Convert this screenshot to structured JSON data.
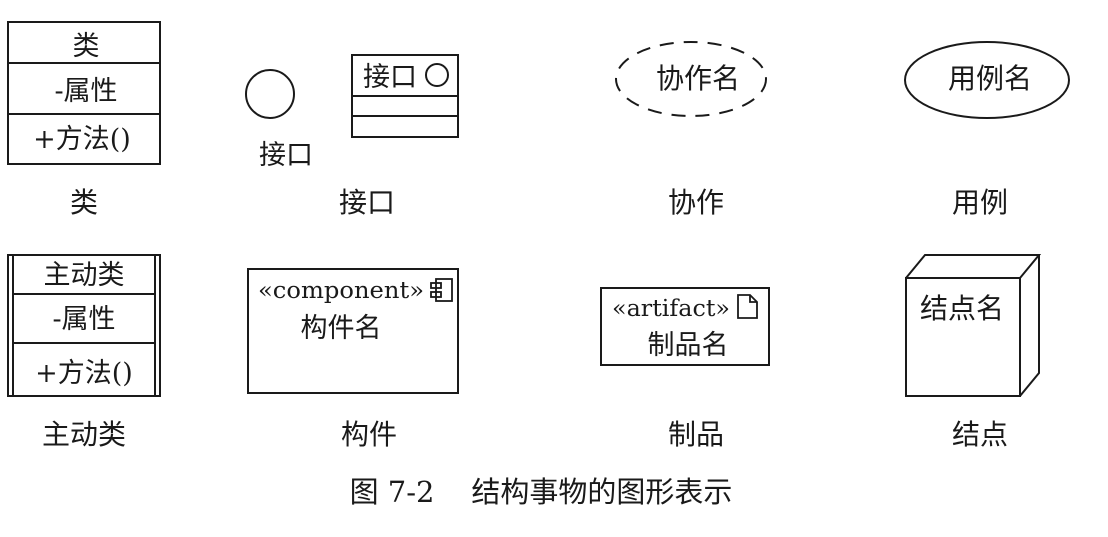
{
  "class_box": {
    "name": "类",
    "attr": "-属性",
    "method": "+方法()",
    "caption": "类"
  },
  "interface": {
    "circle_label": "接口",
    "box_label": "接口",
    "caption": "接口"
  },
  "collaboration": {
    "label": "协作名",
    "caption": "协作"
  },
  "usecase": {
    "label": "用例名",
    "caption": "用例"
  },
  "active_class": {
    "name": "主动类",
    "attr": "-属性",
    "method": "+方法()",
    "caption": "主动类"
  },
  "component": {
    "stereotype": "«component»",
    "label": "构件名",
    "caption": "构件"
  },
  "artifact": {
    "stereotype": "«artifact»",
    "label": "制品名",
    "caption": "制品"
  },
  "node": {
    "label": "结点名",
    "caption": "结点"
  },
  "figure_caption": "图 7-2    结构事物的图形表示"
}
